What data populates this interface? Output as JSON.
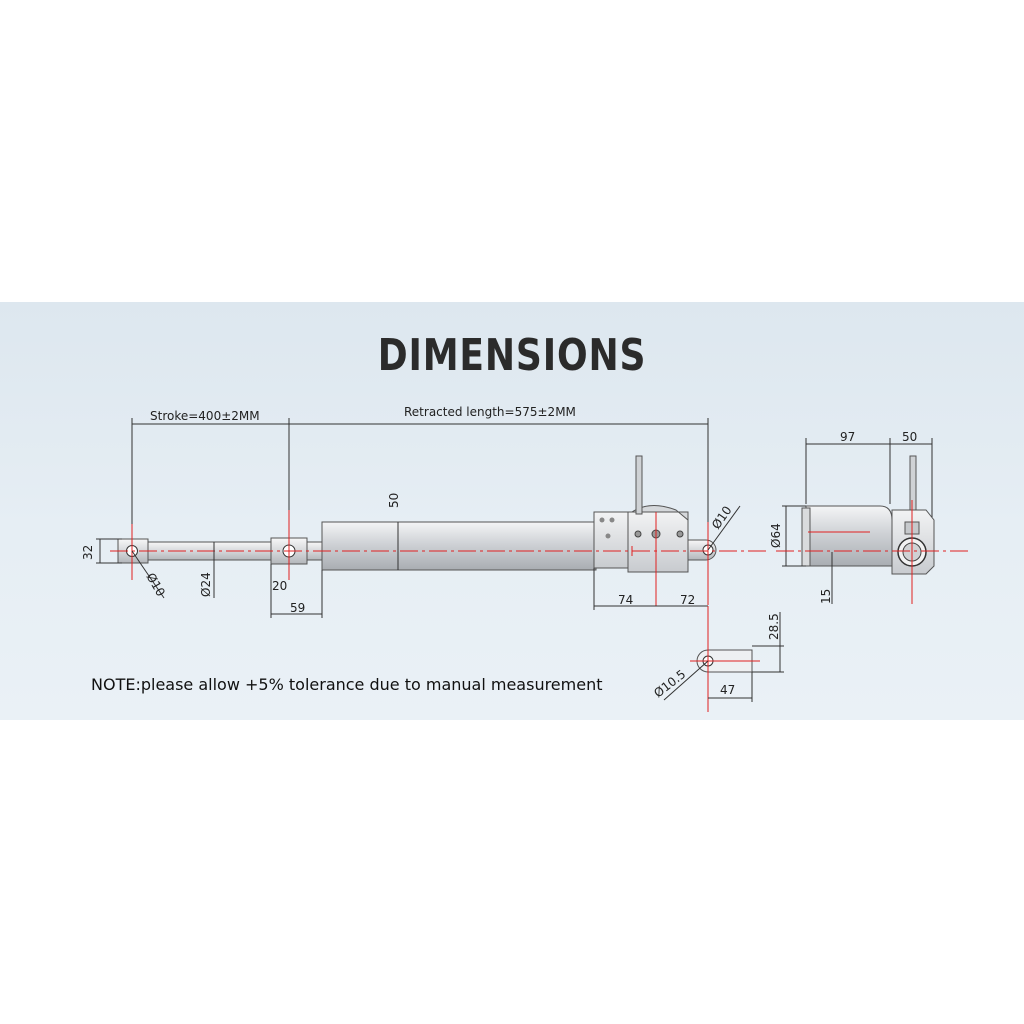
{
  "title": "DIMENSIONS",
  "labels": {
    "stroke": "Stroke=400±2MM",
    "retracted": "Retracted length=575±2MM",
    "d32": "32",
    "d10_left": "Ø10",
    "d24": "Ø24",
    "d20": "20",
    "d59": "59",
    "d50_tube": "50",
    "d74": "74",
    "d72": "72",
    "d10_right": "Ø10",
    "d97": "97",
    "d50_end": "50",
    "d64": "Ø64",
    "d15": "15",
    "d28_5": "28.5",
    "d10_5": "Ø10.5",
    "d47": "47"
  },
  "note": "NOTE:please allow +5% tolerance due to manual measurement",
  "colors": {
    "centerline": "#e02020",
    "tube": "#c9ccd0",
    "title": "#2b2b2b"
  }
}
